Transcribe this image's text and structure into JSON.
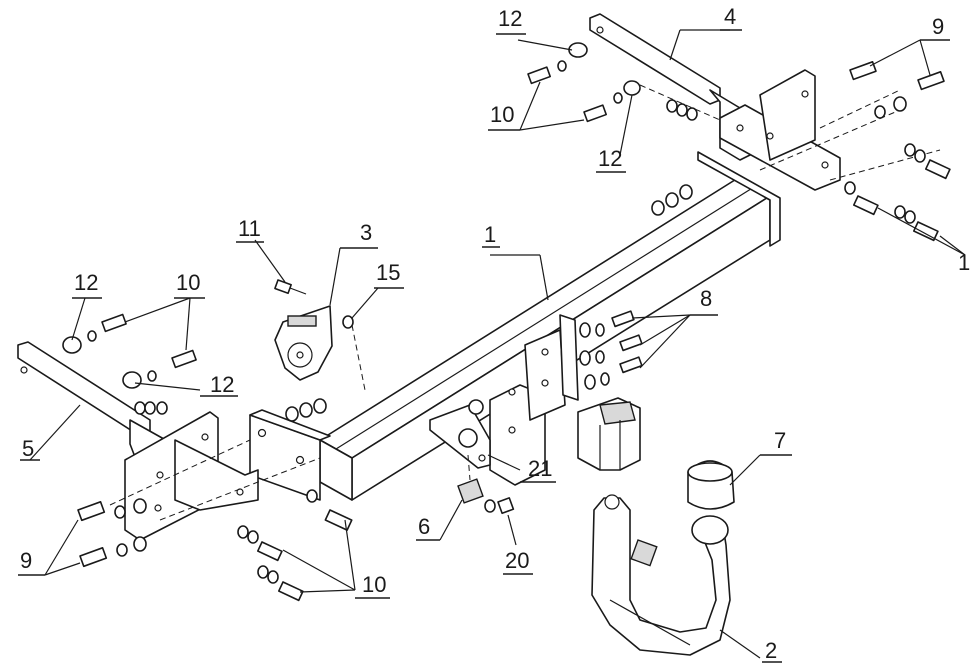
{
  "callouts": [
    {
      "id": "c1",
      "label": "1"
    },
    {
      "id": "c2",
      "label": "2"
    },
    {
      "id": "c3",
      "label": "3"
    },
    {
      "id": "c4",
      "label": "4"
    },
    {
      "id": "c5",
      "label": "5"
    },
    {
      "id": "c6",
      "label": "6"
    },
    {
      "id": "c7",
      "label": "7"
    },
    {
      "id": "c8",
      "label": "8"
    },
    {
      "id": "c9a",
      "label": "9"
    },
    {
      "id": "c9b",
      "label": "9"
    },
    {
      "id": "c10a",
      "label": "10"
    },
    {
      "id": "c10b",
      "label": "10"
    },
    {
      "id": "c10c",
      "label": "10"
    },
    {
      "id": "c11",
      "label": "11"
    },
    {
      "id": "c12a",
      "label": "12"
    },
    {
      "id": "c12b",
      "label": "12"
    },
    {
      "id": "c12c",
      "label": "12"
    },
    {
      "id": "c12d",
      "label": "12"
    },
    {
      "id": "c15",
      "label": "15"
    },
    {
      "id": "c20",
      "label": "20"
    },
    {
      "id": "c21",
      "label": "21"
    },
    {
      "id": "c1b",
      "label": "1"
    }
  ]
}
